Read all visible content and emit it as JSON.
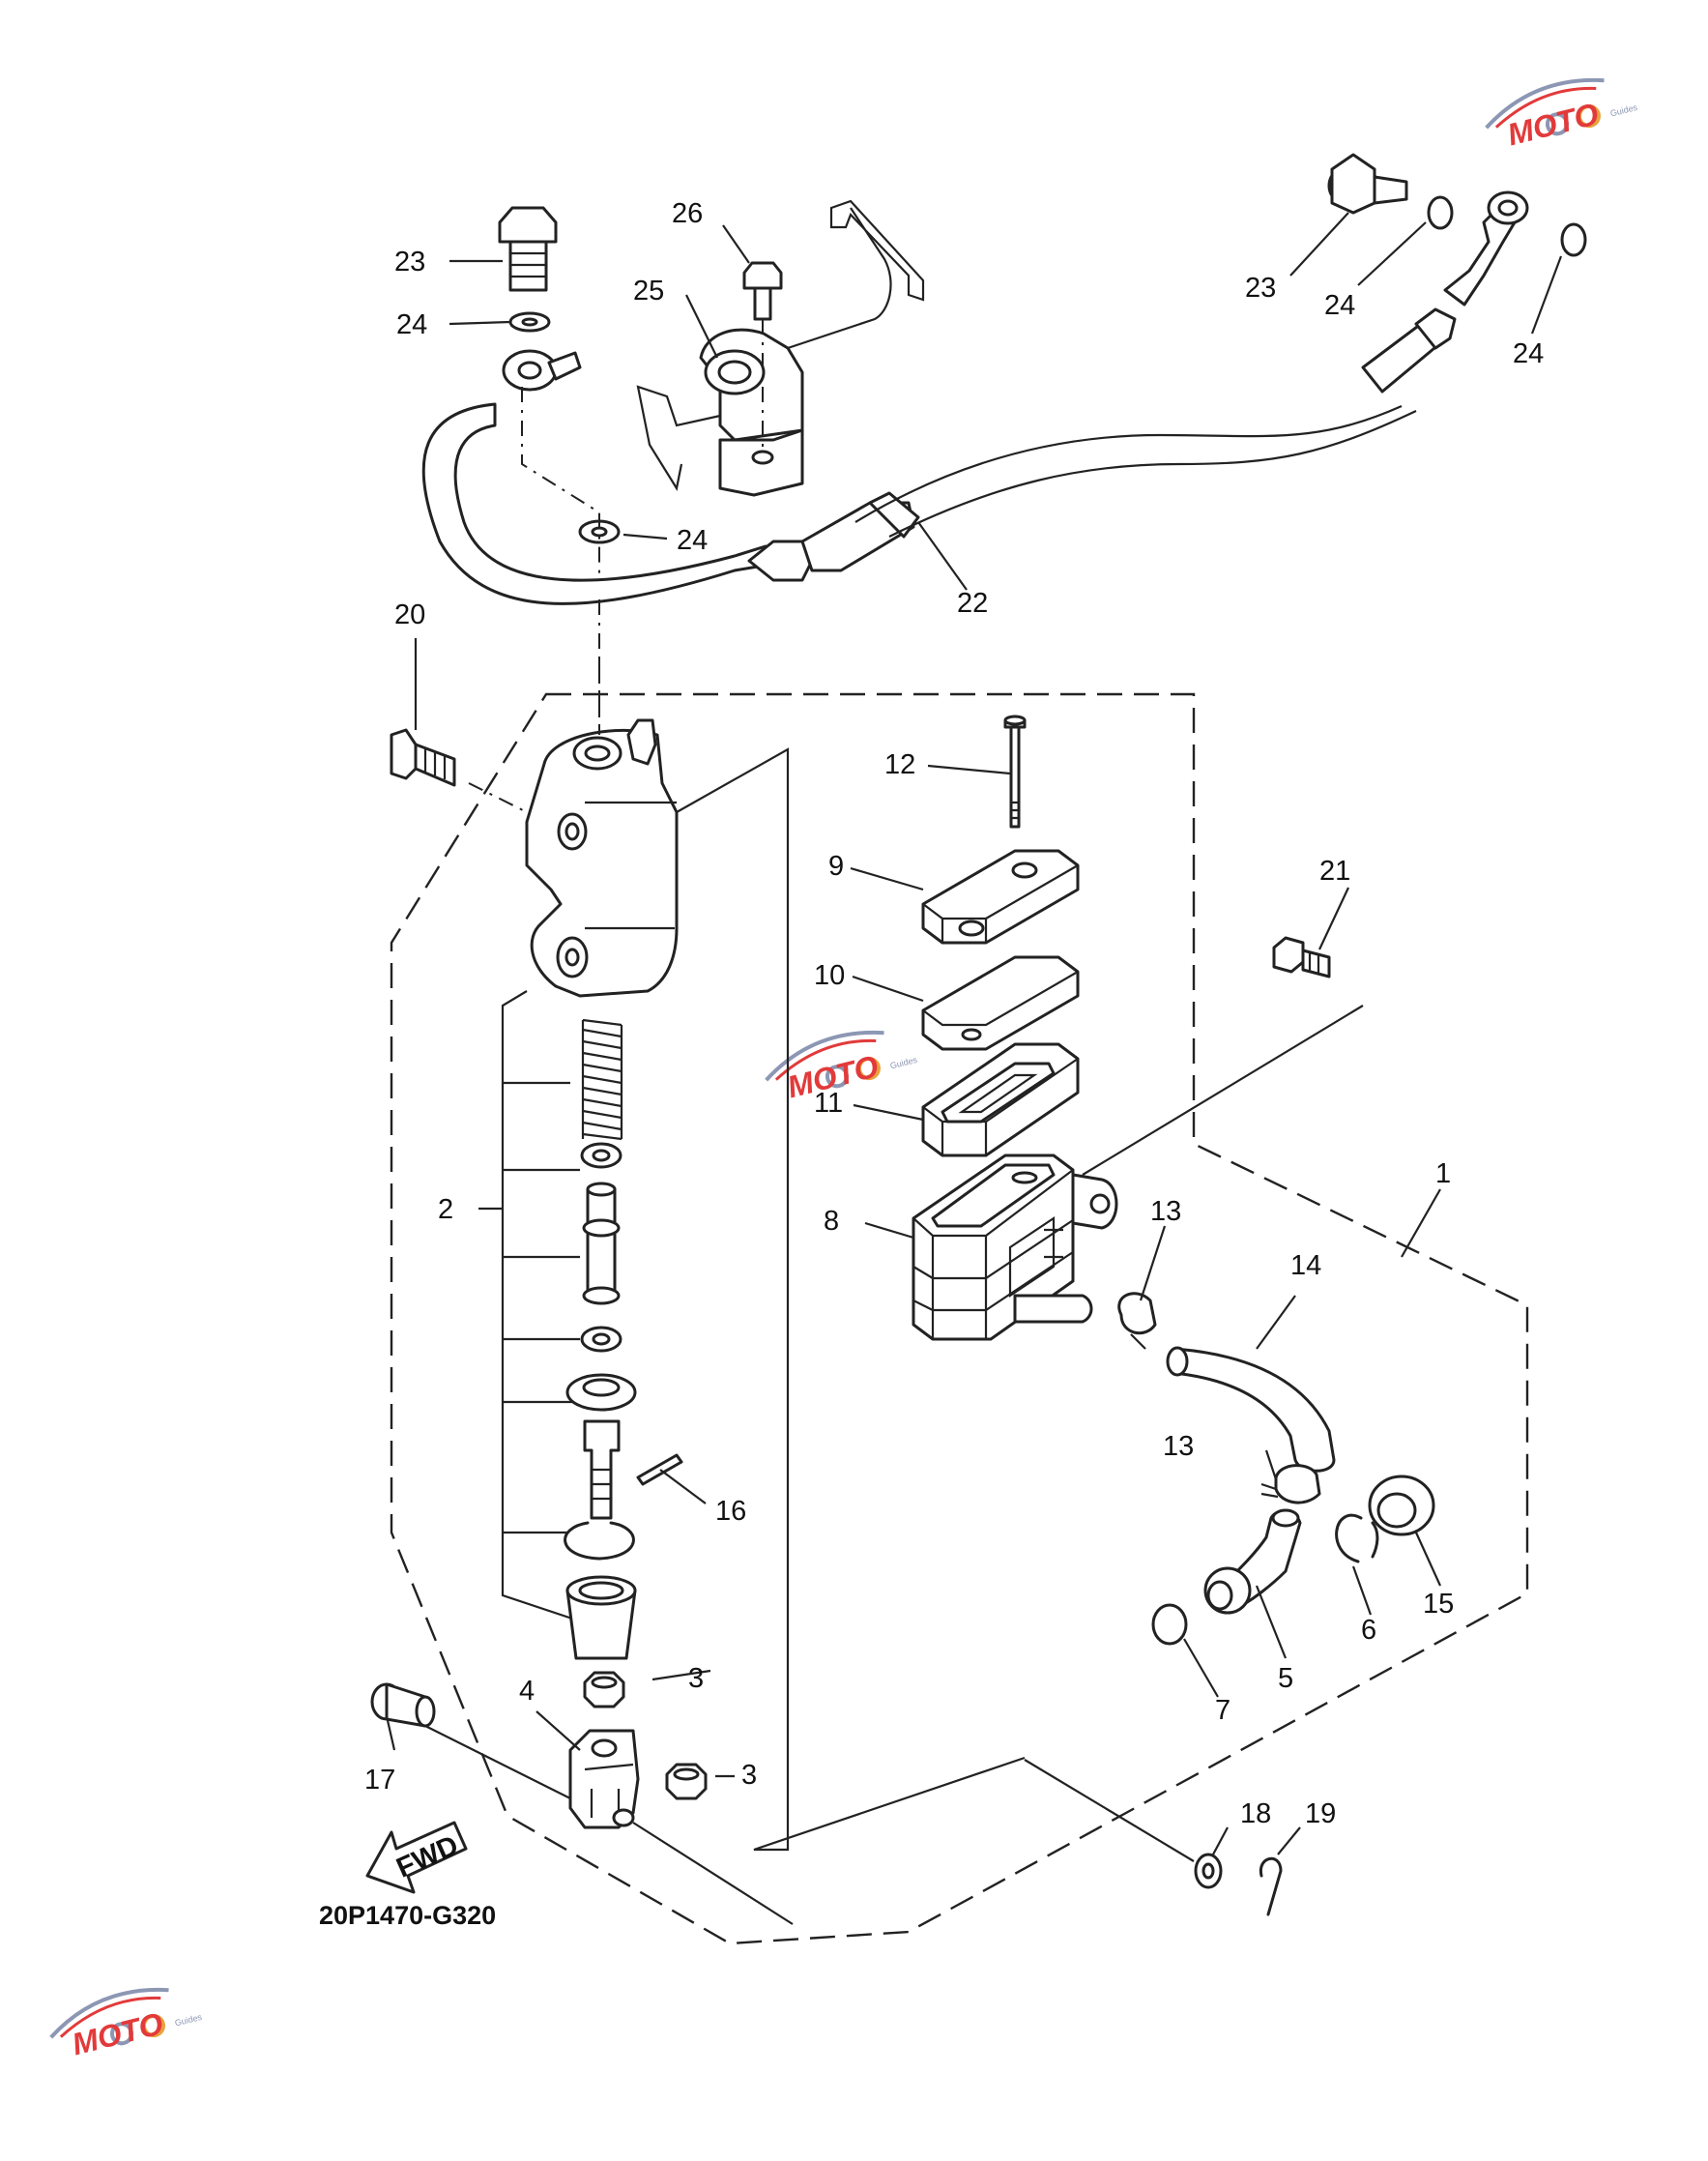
{
  "diagram_code": "20P1470-G320",
  "fwd_label": "FWD",
  "part_numbers": {
    "p1": "1",
    "p2": "2",
    "p3a": "3",
    "p3b": "3",
    "p4": "4",
    "p5": "5",
    "p6": "6",
    "p7": "7",
    "p8": "8",
    "p9": "9",
    "p10": "10",
    "p11": "11",
    "p12": "12",
    "p13a": "13",
    "p13b": "13",
    "p14": "14",
    "p15": "15",
    "p16": "16",
    "p17": "17",
    "p18": "18",
    "p19": "19",
    "p20": "20",
    "p21": "21",
    "p22": "22",
    "p23a": "23",
    "p23b": "23",
    "p24a": "24",
    "p24b": "24",
    "p24c": "24",
    "p24d": "24",
    "p25": "25",
    "p26": "26"
  },
  "watermark": {
    "text": "MOTO",
    "sub": "Guides",
    "colors": {
      "text": "#e23a3a",
      "swoosh": "#8c97b4"
    }
  }
}
